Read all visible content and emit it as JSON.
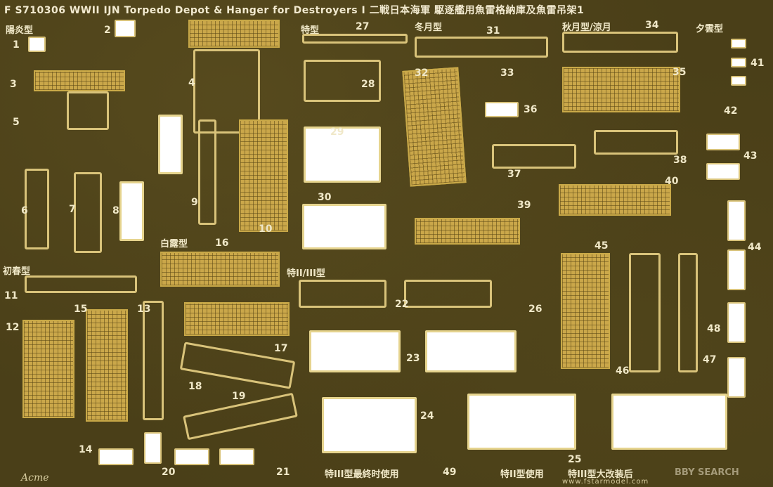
{
  "header": {
    "title": "F S710306 WWII IJN Torpedo Depot & Hanger for Destroyers I 二戦日本海軍 駆逐艦用魚雷格納庫及魚雷吊架1"
  },
  "class_labels": {
    "kagero": "陽炎型",
    "special": "特型",
    "fuyuzuki": "冬月型",
    "akizuki": "秋月型/涼月",
    "yugumo": "夕雲型",
    "shiratsuyu": "白露型",
    "hatsuharu": "初春型",
    "special23": "特II/III型"
  },
  "part_numbers": [
    "1",
    "2",
    "3",
    "4",
    "5",
    "6",
    "7",
    "8",
    "9",
    "10",
    "11",
    "12",
    "13",
    "14",
    "15",
    "16",
    "17",
    "18",
    "19",
    "20",
    "21",
    "22",
    "23",
    "24",
    "25",
    "26",
    "27",
    "28",
    "29",
    "30",
    "31",
    "32",
    "33",
    "34",
    "35",
    "36",
    "37",
    "38",
    "39",
    "40",
    "41",
    "42",
    "43",
    "44",
    "45",
    "46",
    "47",
    "48",
    "49"
  ],
  "footer": {
    "note_special3_final": "特III型最終时使用",
    "note_special2": "特II型使用",
    "note_special3_refit": "特III型大改装后",
    "maker": "Acme",
    "url": "www.fstarmodel.com",
    "watermark": "BBY SEARCH"
  }
}
